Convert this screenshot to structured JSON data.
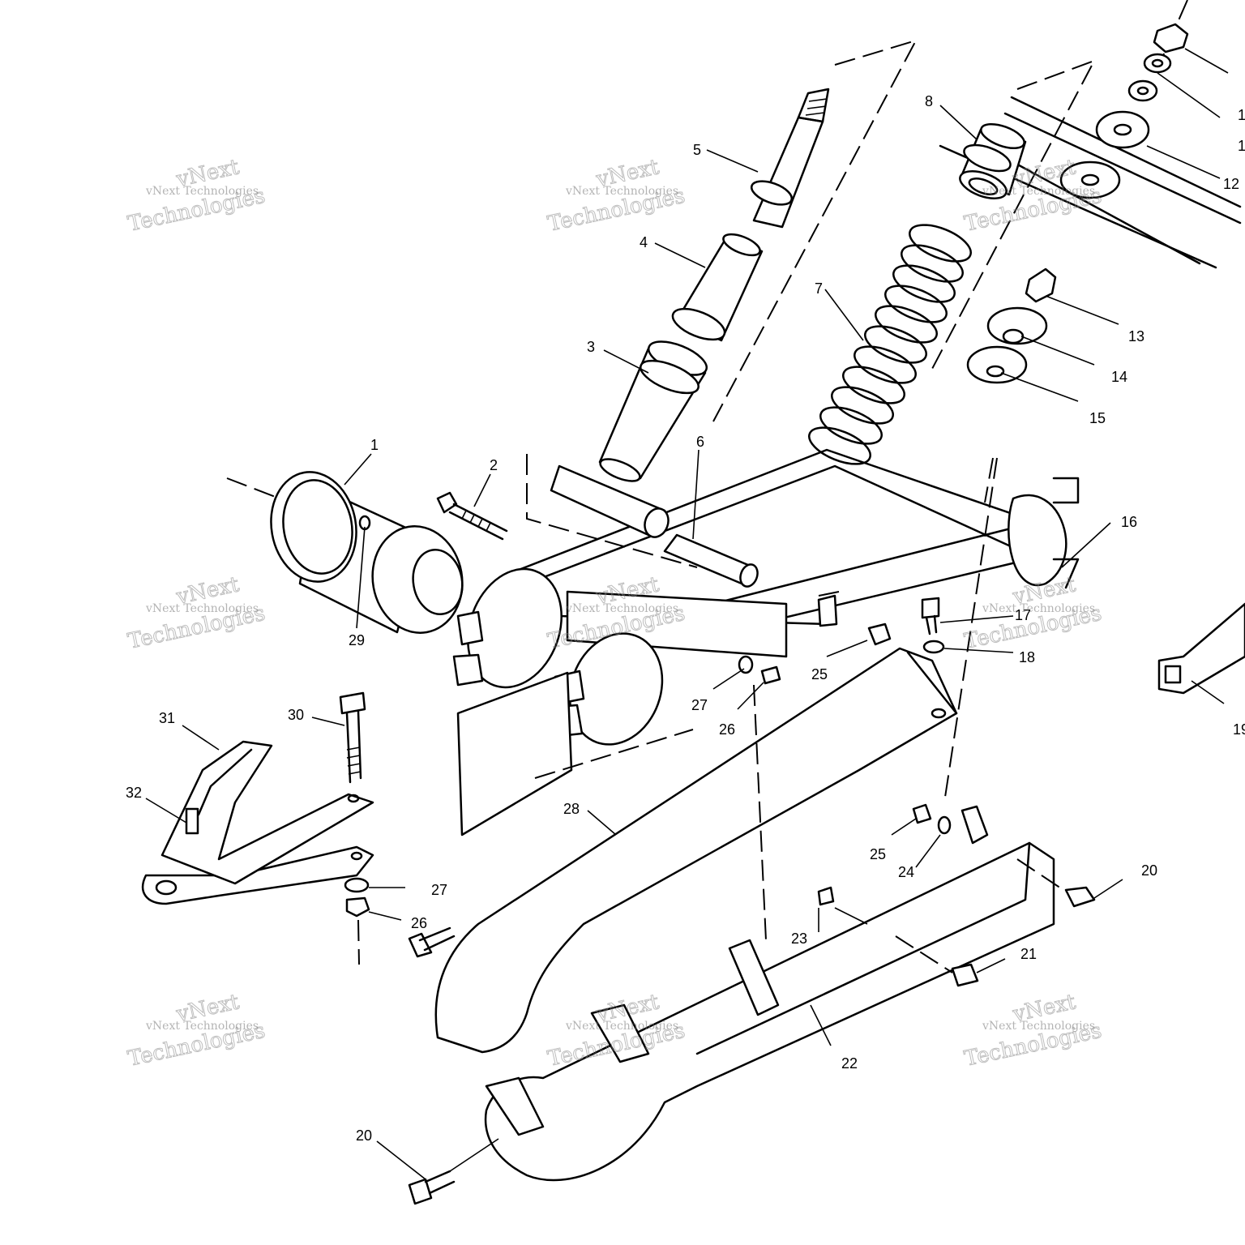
{
  "labels": {
    "l1": "1",
    "l2": "2",
    "l3": "3",
    "l4": "4",
    "l5": "5",
    "l6": "6",
    "l7": "7",
    "l8": "8",
    "l10": "1",
    "l11": "1",
    "l12": "12",
    "l13": "13",
    "l14": "14",
    "l15": "15",
    "l16": "16",
    "l17": "17",
    "l18": "18",
    "l19": "19",
    "l20a": "20",
    "l20b": "20",
    "l21": "21",
    "l22": "22",
    "l23": "23",
    "l24": "24",
    "l25a": "25",
    "l25b": "25",
    "l26a": "26",
    "l26b": "26",
    "l27a": "27",
    "l27b": "27",
    "l28": "28",
    "l29": "29",
    "l30": "30",
    "l31": "31",
    "l32": "32"
  },
  "watermark": {
    "line1": "vNext Technologies",
    "line2": "Technologies",
    "top": "vNext"
  }
}
